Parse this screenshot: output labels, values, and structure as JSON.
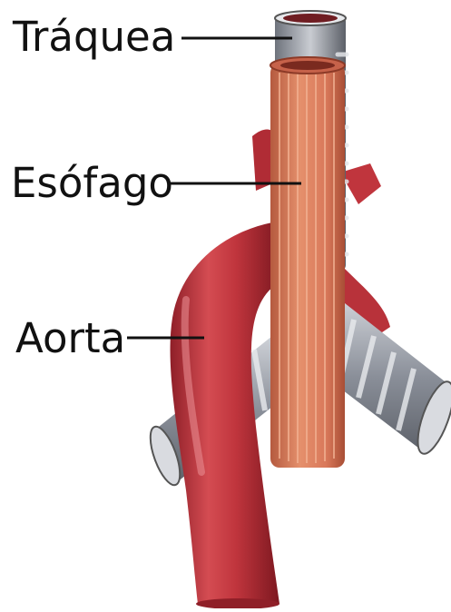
{
  "labels": {
    "trachea": "Tráquea",
    "esophagus": "Esófago",
    "aorta": "Aorta"
  },
  "colors": {
    "aorta": "#c0353d",
    "aorta_highlight": "#e06d72",
    "esophagus": "#d9785a",
    "esophagus_stripe": "#f0b090",
    "trachea": "#8a8f99",
    "trachea_ring": "#d7d9de",
    "leader_line": "#111111"
  }
}
